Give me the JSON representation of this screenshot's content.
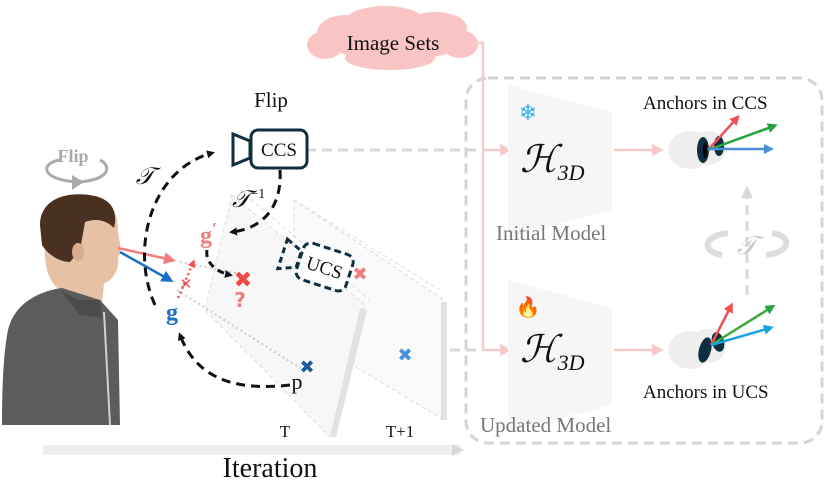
{
  "labels": {
    "image_sets": "Image Sets",
    "flip_title": "Flip",
    "flip_head": "Flip",
    "ccs": "CCS",
    "ucs": "UCS",
    "tau": "𝒯",
    "tau_inv": "𝒯",
    "tau_inv_sup": "−1",
    "g_prime": "g",
    "g_prime_mark": "′",
    "g": "g",
    "question": "?",
    "p": "p",
    "iter_t": "T",
    "iter_t1": "T+1",
    "iteration": "Iteration",
    "h3d_main": "ℋ",
    "h3d_sub": "3D",
    "initial_model": "Initial Model",
    "updated_model": "Updated Model",
    "anchors_ccs": "Anchors in CCS",
    "anchors_ucs": "Anchors in UCS",
    "tau_right": "𝒯"
  },
  "icons": {
    "snowflake": "❄",
    "fire": "🔥"
  },
  "colors": {
    "dark_navy": "#0f2f40",
    "cloud_pink": "#f9c4c4",
    "pink_line": "#f7bcbc",
    "red": "#f05050",
    "salmon": "#f27b7b",
    "blue": "#1c6fc4",
    "light_blue": "#4a90d9",
    "green": "#27a33f",
    "gray_dash": "#d4d4d4",
    "snowflake": "#2bb4f0"
  }
}
